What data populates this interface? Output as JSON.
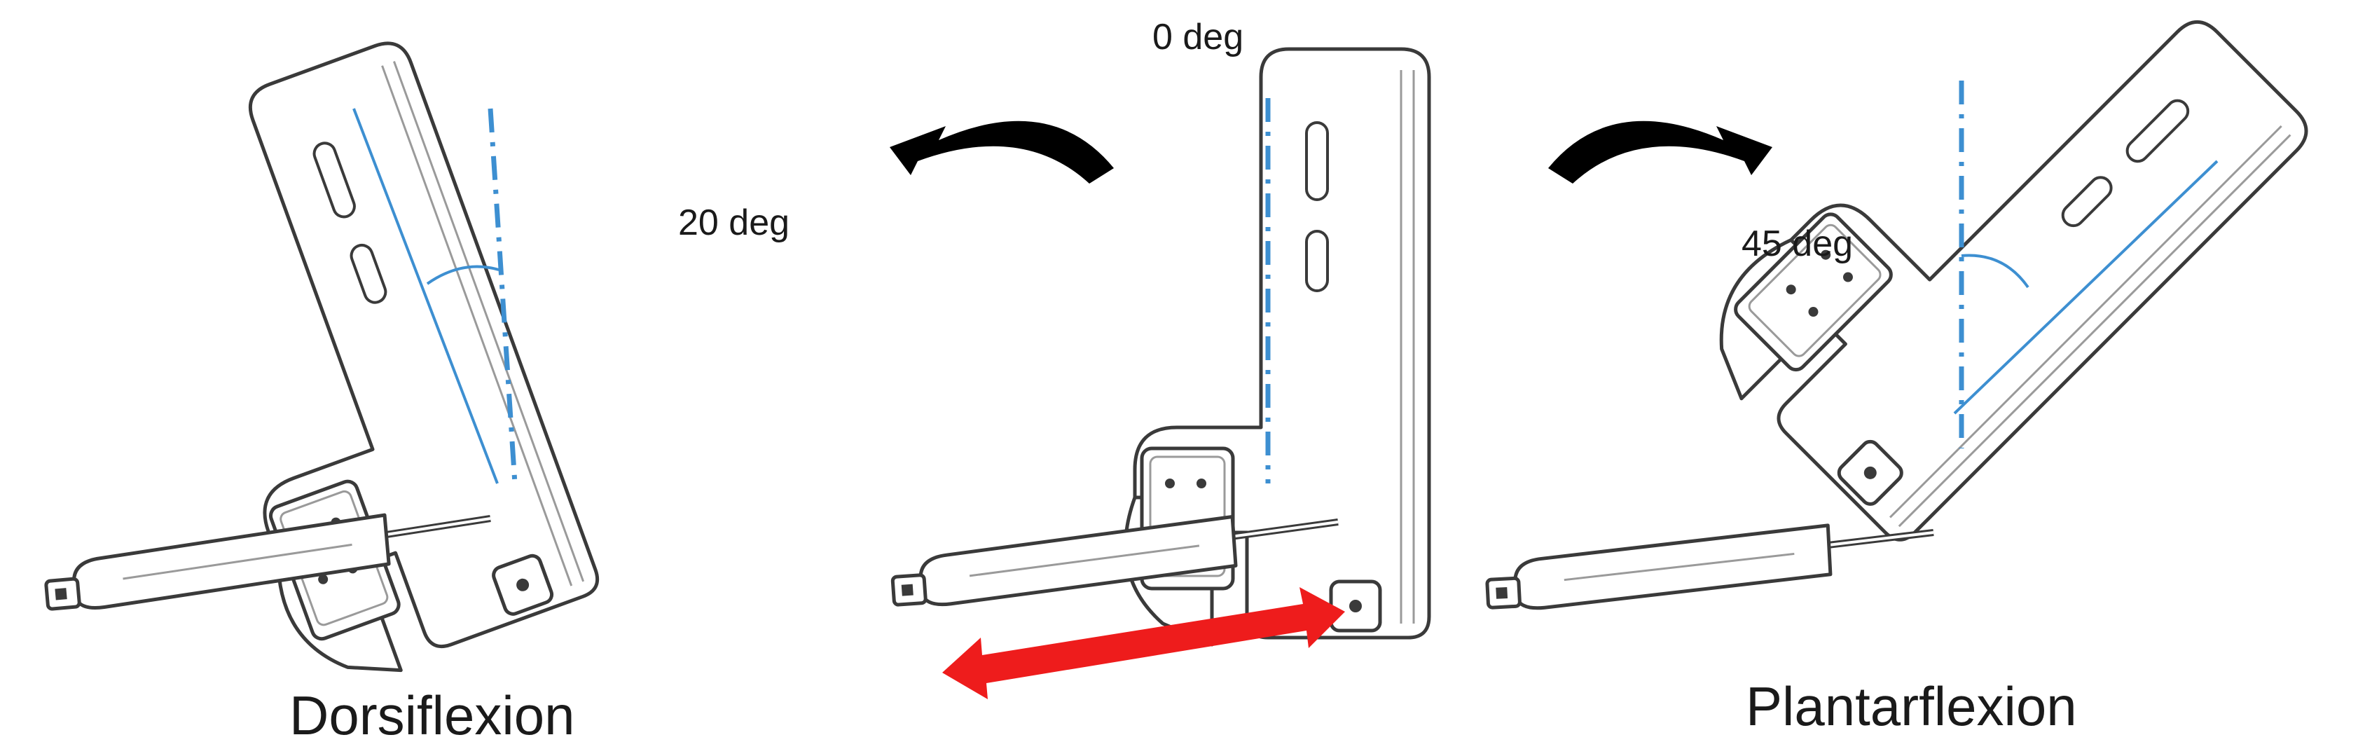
{
  "labels": {
    "neutral_angle": "0 deg",
    "dorsiflexion_angle": "20 deg",
    "plantarflexion_angle": "45 deg",
    "dorsiflexion": "Dorsiflexion",
    "plantarflexion": "Plantarflexion"
  },
  "colors": {
    "axis_line": "#3d8fd1",
    "linear_motion_arrow": "#ee1c1c",
    "rotation_arrow": "#000000"
  },
  "icons": {
    "rotation_left": "curved-arrow-counterclockwise",
    "rotation_right": "curved-arrow-clockwise",
    "linear_motion": "double-headed-arrow"
  }
}
